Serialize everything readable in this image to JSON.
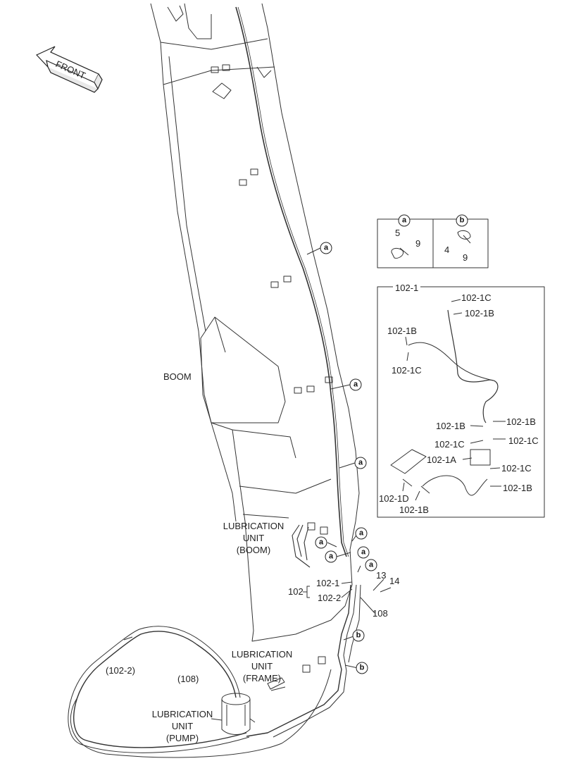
{
  "front_label": "FRONT",
  "boom_label": "BOOM",
  "detail_a": {
    "letter": "a",
    "parts": [
      "5",
      "9"
    ]
  },
  "detail_b": {
    "letter": "b",
    "parts": [
      "4",
      "9"
    ]
  },
  "inset": {
    "title": "102-1",
    "labels": [
      "102-1C",
      "102-1B",
      "102-1B",
      "102-1C",
      "102-1B",
      "102-1B",
      "102-1C",
      "102-1C",
      "102-1A",
      "102-1C",
      "102-1D",
      "102-1B",
      "102-1B"
    ]
  },
  "callout_letter_a": "a",
  "callout_letter_b": "b",
  "lub_boom": [
    "LUBRICATION",
    "UNIT",
    "(BOOM)"
  ],
  "lub_frame": [
    "LUBRICATION",
    "UNIT",
    "(FRAME)"
  ],
  "lub_pump": [
    "LUBRICATION",
    "UNIT",
    "(PUMP)"
  ],
  "parts": {
    "p102": "102",
    "p102_1": "102-1",
    "p102_2": "102-2",
    "p13": "13",
    "p14": "14",
    "p108": "108",
    "p102_2_ref": "(102-2)",
    "p108_ref": "(108)"
  }
}
